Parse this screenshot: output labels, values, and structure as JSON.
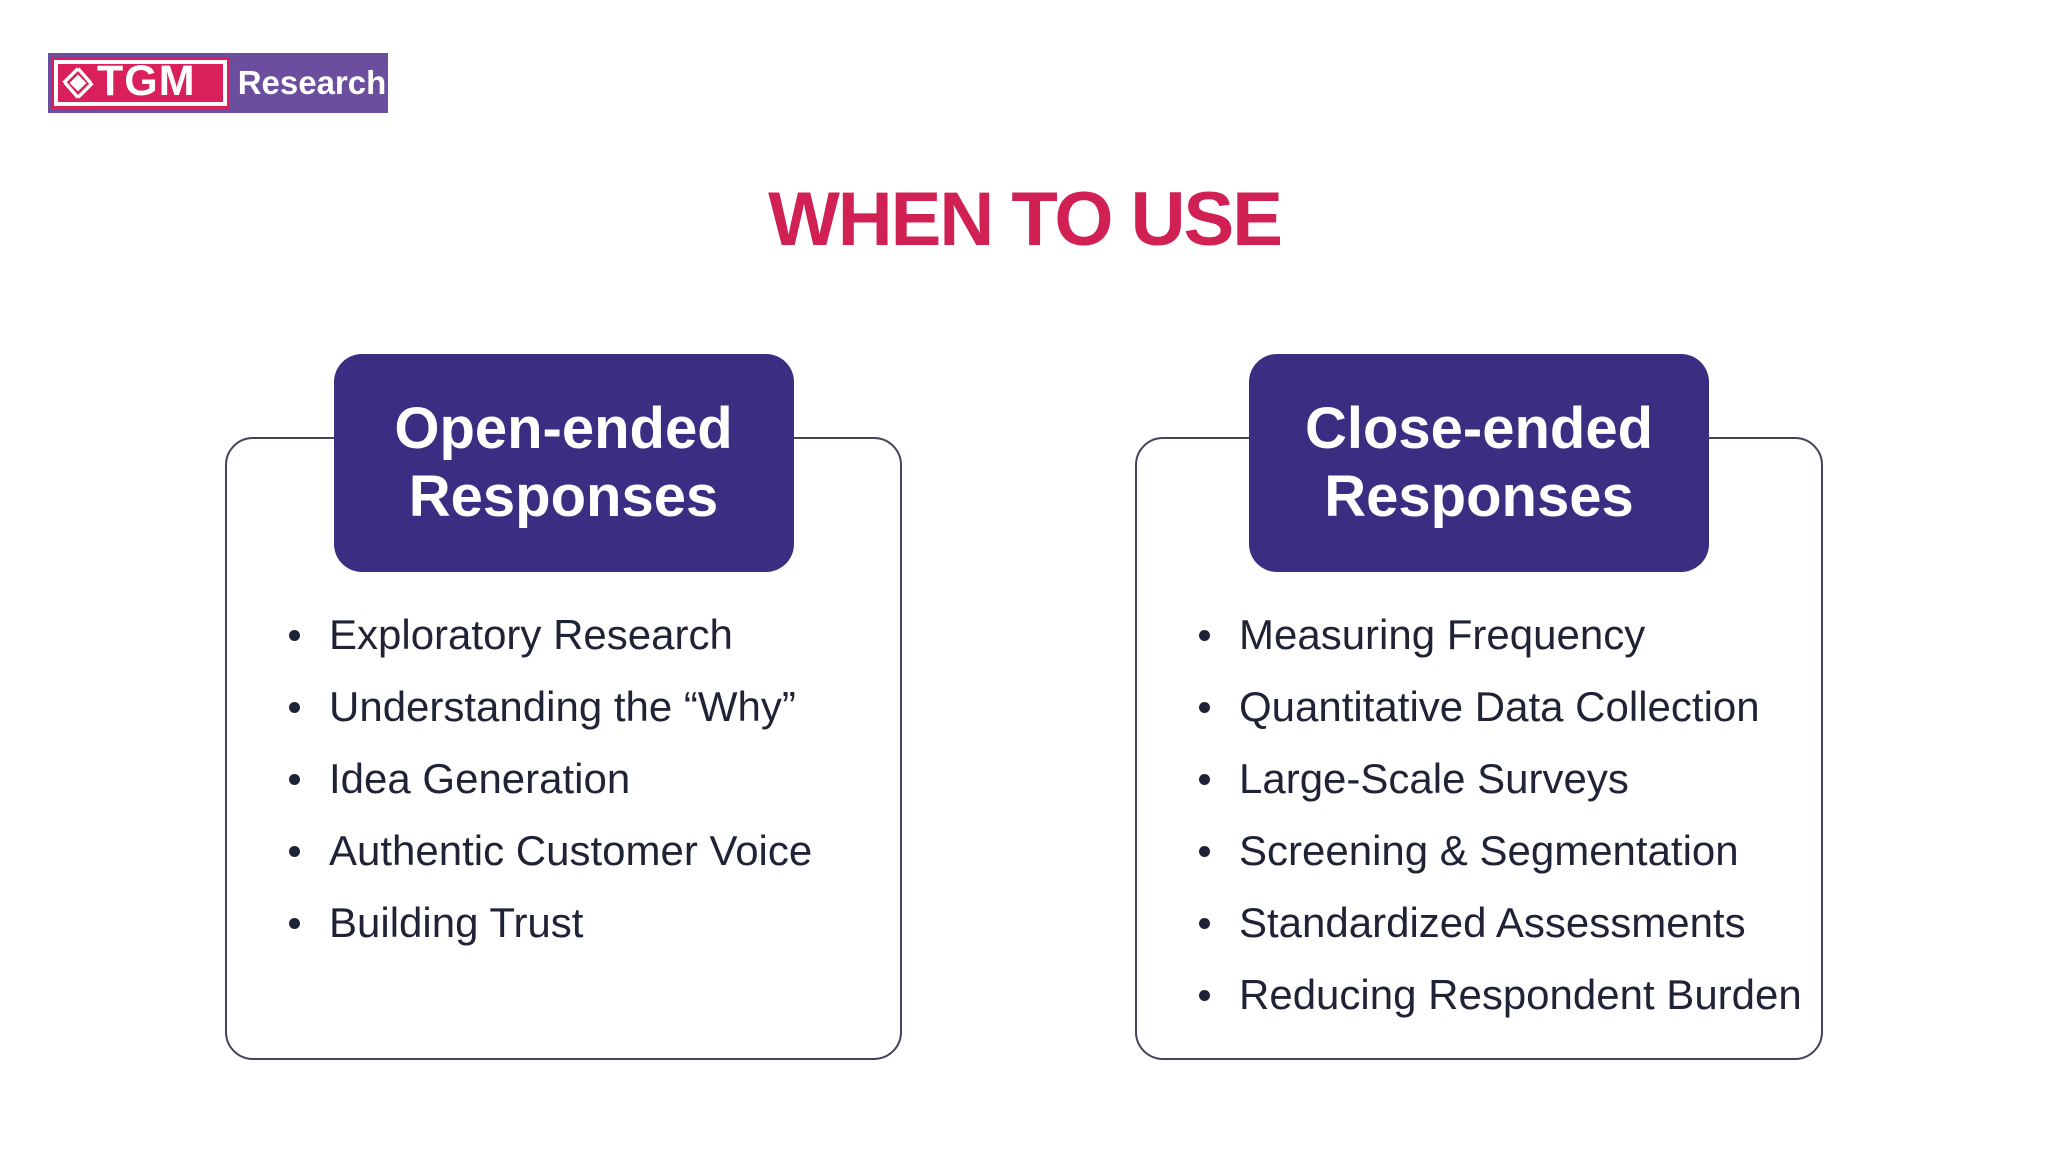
{
  "logo": {
    "brand": "TGM",
    "suffix": "Research"
  },
  "title": "WHEN TO USE",
  "cards": [
    {
      "header": "Open-ended Responses",
      "items": [
        "Exploratory Research",
        "Understanding the “Why”",
        "Idea Generation",
        "Authentic Customer Voice",
        "Building Trust"
      ]
    },
    {
      "header": "Close-ended Responses",
      "items": [
        "Measuring Frequency",
        "Quantitative Data Collection",
        "Large-Scale Surveys",
        "Screening & Segmentation",
        "Standardized Assessments",
        "Reducing Respondent Burden"
      ]
    }
  ],
  "colors": {
    "title": "#D12053",
    "header_box_bg": "#3B2D82",
    "list_text": "#1F2335",
    "card_border": "#43435A",
    "logo_red": "#D9205A",
    "logo_purple": "#6B4E9E"
  }
}
